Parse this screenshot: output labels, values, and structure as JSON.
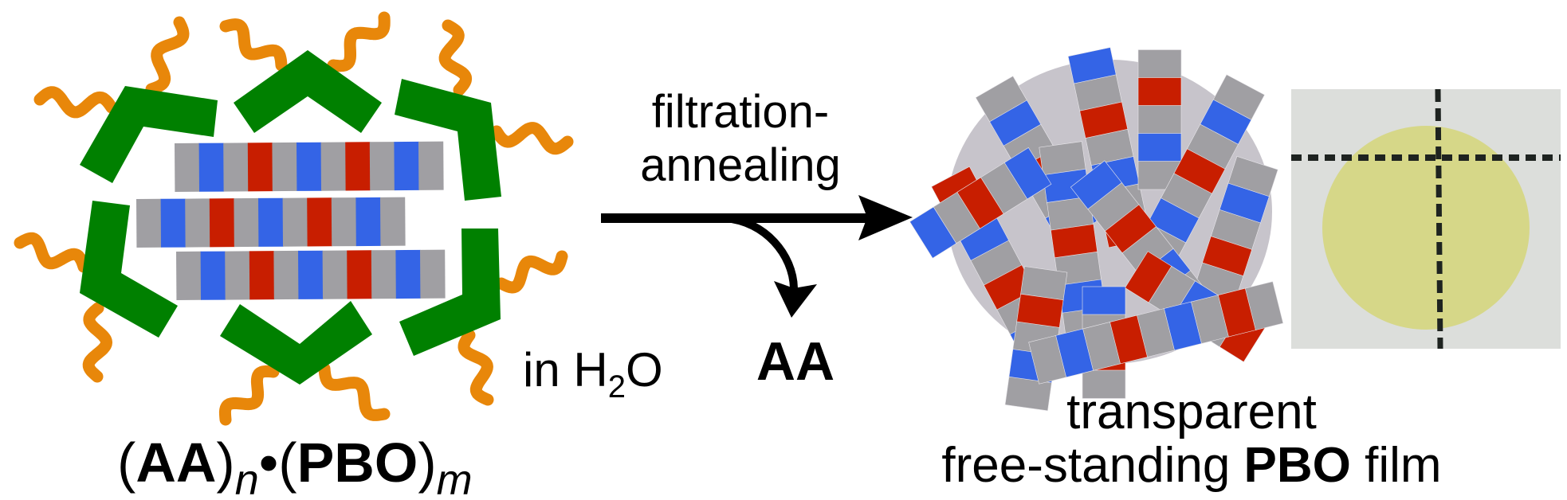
{
  "reaction": {
    "condition_line1": "filtration-",
    "condition_line2": "annealing",
    "byproduct": "AA",
    "solvent_prefix": "in H",
    "solvent_sub": "2",
    "solvent_suffix": "O"
  },
  "reactant_label": {
    "open1": "(",
    "aa": "AA",
    "close1": ")",
    "n": "n",
    "dot": "•(",
    "pbo": "PBO",
    "close2": ")",
    "m": "m"
  },
  "product_label": {
    "line1": "transparent",
    "line2_prefix": "free-standing ",
    "line2_bold": "PBO",
    "line2_suffix": " film"
  },
  "colors": {
    "gray": "#a09fa3",
    "blue": "#3464e6",
    "red": "#c81e00",
    "green": "#008000",
    "orange": "#e8870a",
    "film_bg": "#c7c4cb",
    "photo_bg": "#dcdedb",
    "photo_film": "#d5d67e"
  }
}
